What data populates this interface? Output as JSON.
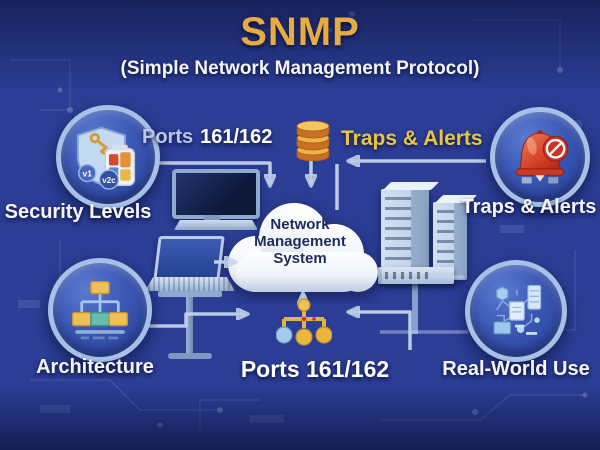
{
  "title": "SNMP",
  "subtitle": "(Simple Network Management Protocol)",
  "center_cloud": {
    "label": "Network Management System",
    "icon": "cloud-icon"
  },
  "nodes": [
    {
      "id": "security-levels",
      "label": "Security Levels",
      "icon": "shield-icon",
      "badges": [
        "v1",
        "v2c"
      ]
    },
    {
      "id": "traps-alerts",
      "label": "Traps & Alerts",
      "icon": "alarm-bell-icon"
    },
    {
      "id": "architecture",
      "label": "Architecture",
      "icon": "hierarchy-icon"
    },
    {
      "id": "real-world-use",
      "label": "Real-World Use",
      "icon": "circuit-board-icon"
    }
  ],
  "annotations": {
    "ports_top_prefix": "Ports",
    "ports_top_value": "161/162",
    "traps_label": "Traps & Alerts",
    "ports_bottom": "Ports 161/162"
  },
  "illustration_icons": [
    "desktop-monitor-icon",
    "laptop-icon",
    "server-rack-icon",
    "network-switch-icon",
    "database-stack-icon",
    "port-tree-icon"
  ],
  "colors": {
    "background": "#2b3d95",
    "title_gold": "#e7ab43",
    "annotation_gold": "#e9c63f",
    "label_white": "#f4f6fc",
    "ports_prefix_blue": "#b9c6ee",
    "cloud_text_navy": "#1d2b5c",
    "connector_blue": "#c7d5ec",
    "bell_red": "#cf3a24",
    "node_ring_blue": "#a6c0e6",
    "node_fill_blue": "#2e4aa0"
  }
}
